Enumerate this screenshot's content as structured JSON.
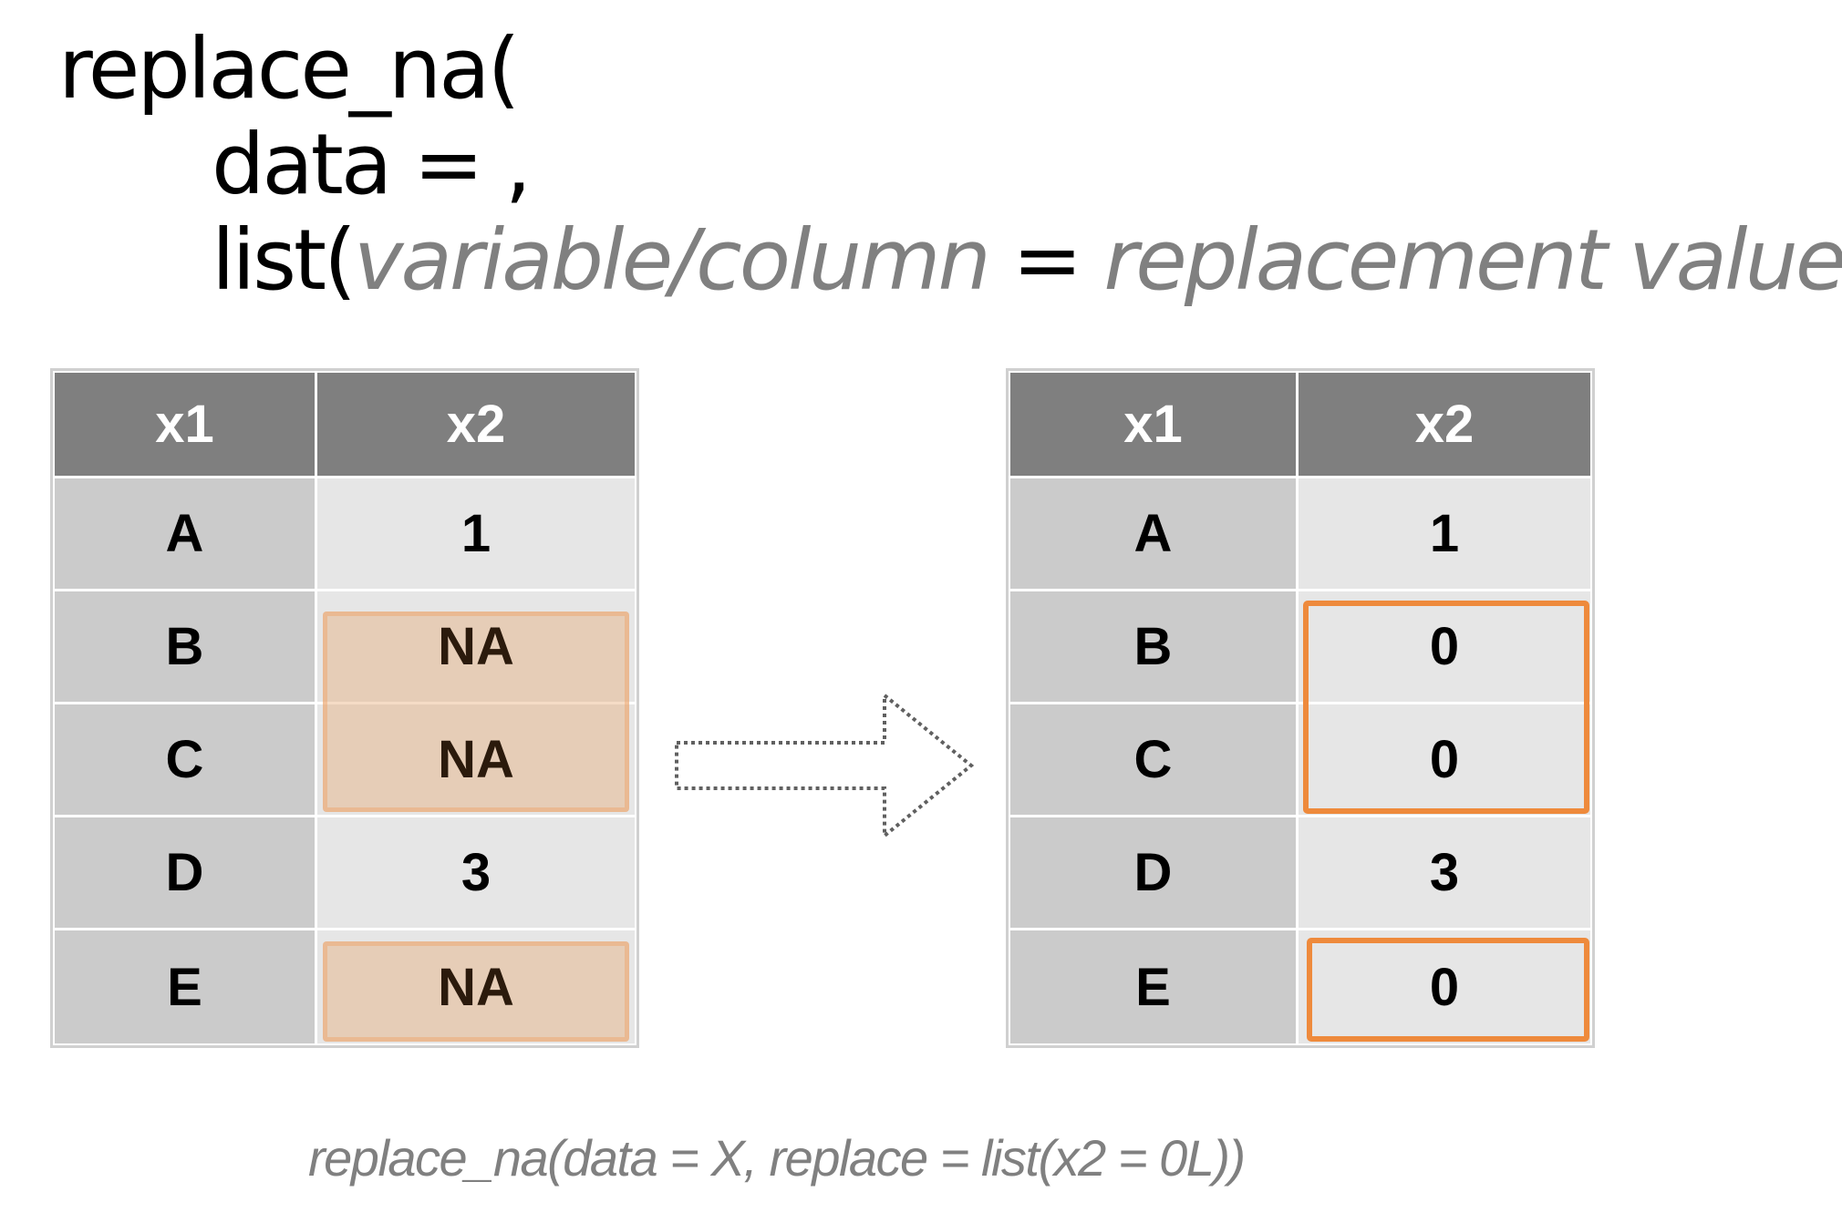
{
  "signature": {
    "line1": "replace_na(",
    "line2": "data = ,",
    "line3_prefix": "list(",
    "line3_var": "variable/column",
    "line3_eq": " = ",
    "line3_val": "replacement value",
    "line3_suffix": " ))"
  },
  "table_before": {
    "headers": [
      "x1",
      "x2"
    ],
    "rows": [
      [
        "A",
        "1"
      ],
      [
        "B",
        "NA"
      ],
      [
        "C",
        "NA"
      ],
      [
        "D",
        "3"
      ],
      [
        "E",
        "NA"
      ]
    ]
  },
  "table_after": {
    "headers": [
      "x1",
      "x2"
    ],
    "rows": [
      [
        "A",
        "1"
      ],
      [
        "B",
        "0"
      ],
      [
        "C",
        "0"
      ],
      [
        "D",
        "3"
      ],
      [
        "E",
        "0"
      ]
    ]
  },
  "example_call": "replace_na(data = X, replace = list(x2 = 0L))",
  "colors": {
    "header_bg": "#7f7f7f",
    "key_bg": "#cbcbcb",
    "value_bg": "#e6e6e6",
    "na_highlight": "#e8ac78",
    "replaced_outline": "#ee8a3c",
    "italic_grey": "#808080"
  }
}
